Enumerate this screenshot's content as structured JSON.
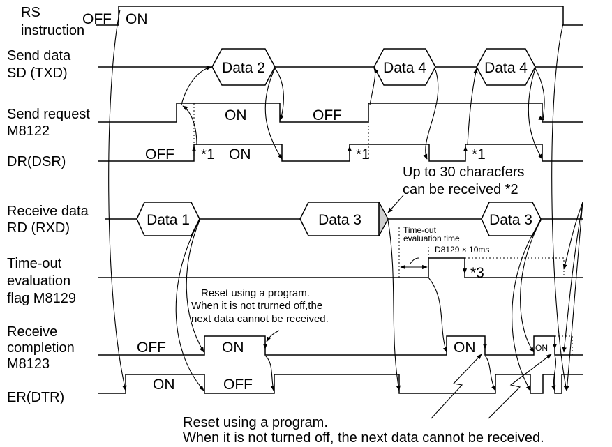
{
  "signals": {
    "rs": [
      "RS",
      "instruction"
    ],
    "sd": [
      "Send data",
      "SD (TXD)"
    ],
    "sreq": [
      "Send request",
      "M8122"
    ],
    "dr": [
      "DR(DSR)"
    ],
    "rd": [
      "Receive data",
      "RD (RXD)"
    ],
    "tof": [
      "Time-out",
      "evaluation",
      "flag M8129"
    ],
    "rc": [
      "Receive",
      "completion",
      "M8123"
    ],
    "er": [
      "ER(DTR)"
    ]
  },
  "labels": {
    "rs_off": "OFF",
    "rs_on": "ON",
    "sreq_on": "ON",
    "sreq_off": "OFF",
    "dr_off": "OFF",
    "dr_on": "ON",
    "rc_off": "OFF",
    "rc_on1": "ON",
    "rc_on2": "ON",
    "rc_on3": "ON",
    "er_on": "ON",
    "er_off": "OFF",
    "mark1a": "*1",
    "mark1b": "*1",
    "mark1c": "*1",
    "mark3": "*3"
  },
  "packets": {
    "sd1": "Data 2",
    "sd2": "Data 4",
    "sd3": "Data 4",
    "rd1": "Data 1",
    "rd2": "Data 3",
    "rd3": "Data 3"
  },
  "notes": {
    "chars": [
      "Up to 30 characfers",
      "can be received *2"
    ],
    "timeout": [
      "Time-out",
      "evaluation time"
    ],
    "d8129": "D8129 × 10ms",
    "reset1": [
      "Reset using a program.",
      "When it is not trurned off,the",
      "next data cannot be received."
    ],
    "reset2": [
      "Reset using a program.",
      "When it is not turned off, the next data cannot be received."
    ]
  }
}
